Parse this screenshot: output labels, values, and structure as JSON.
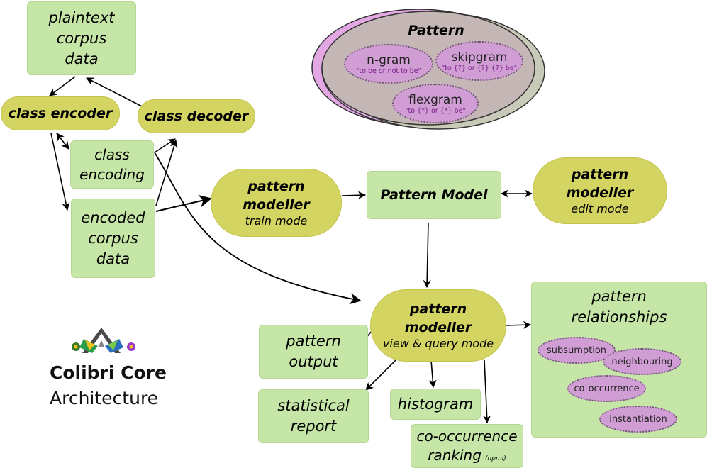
{
  "nodes": {
    "plaintext": [
      "plaintext",
      "corpus",
      "data"
    ],
    "class_encoder": "class encoder",
    "class_decoder": "class decoder",
    "class_encoding": [
      "class",
      "encoding"
    ],
    "encoded_corpus": [
      "encoded",
      "corpus",
      "data"
    ],
    "modeller_train": {
      "title": [
        "pattern",
        "modeller"
      ],
      "mode": "train mode"
    },
    "pattern_model": "Pattern Model",
    "modeller_edit": {
      "title": [
        "pattern",
        "modeller"
      ],
      "mode": "edit mode"
    },
    "modeller_view": {
      "title": [
        "pattern",
        "modeller"
      ],
      "mode": "view & query mode"
    },
    "pattern_output": [
      "pattern",
      "output"
    ],
    "statistical_report": [
      "statistical",
      "report"
    ],
    "histogram": "histogram",
    "cooccurrence_ranking": {
      "title": "co-occurrence",
      "line2": "ranking",
      "note": "(npmi)"
    },
    "pattern_relationships": {
      "title": [
        "pattern",
        "relationships"
      ],
      "items": [
        "subsumption",
        "neighbouring",
        "co-occurrence",
        "instantiation"
      ]
    }
  },
  "pattern": {
    "title": "Pattern",
    "types": [
      {
        "name": "n-gram",
        "example": "\"to be or not to be\""
      },
      {
        "name": "skipgram",
        "example": "\"to {?} or {?} {?} be\""
      },
      {
        "name": "flexgram",
        "example": "\"to {*} or {*} be\""
      }
    ]
  },
  "logo": {
    "title": "Colibri Core",
    "subtitle": "Architecture"
  },
  "colors": {
    "box": "#c6e6a8",
    "pill": "#d3d461",
    "ellipse": "#d09ed4",
    "pattern_front": "#c4b7b5",
    "pattern_back": "#e3a8e3"
  }
}
